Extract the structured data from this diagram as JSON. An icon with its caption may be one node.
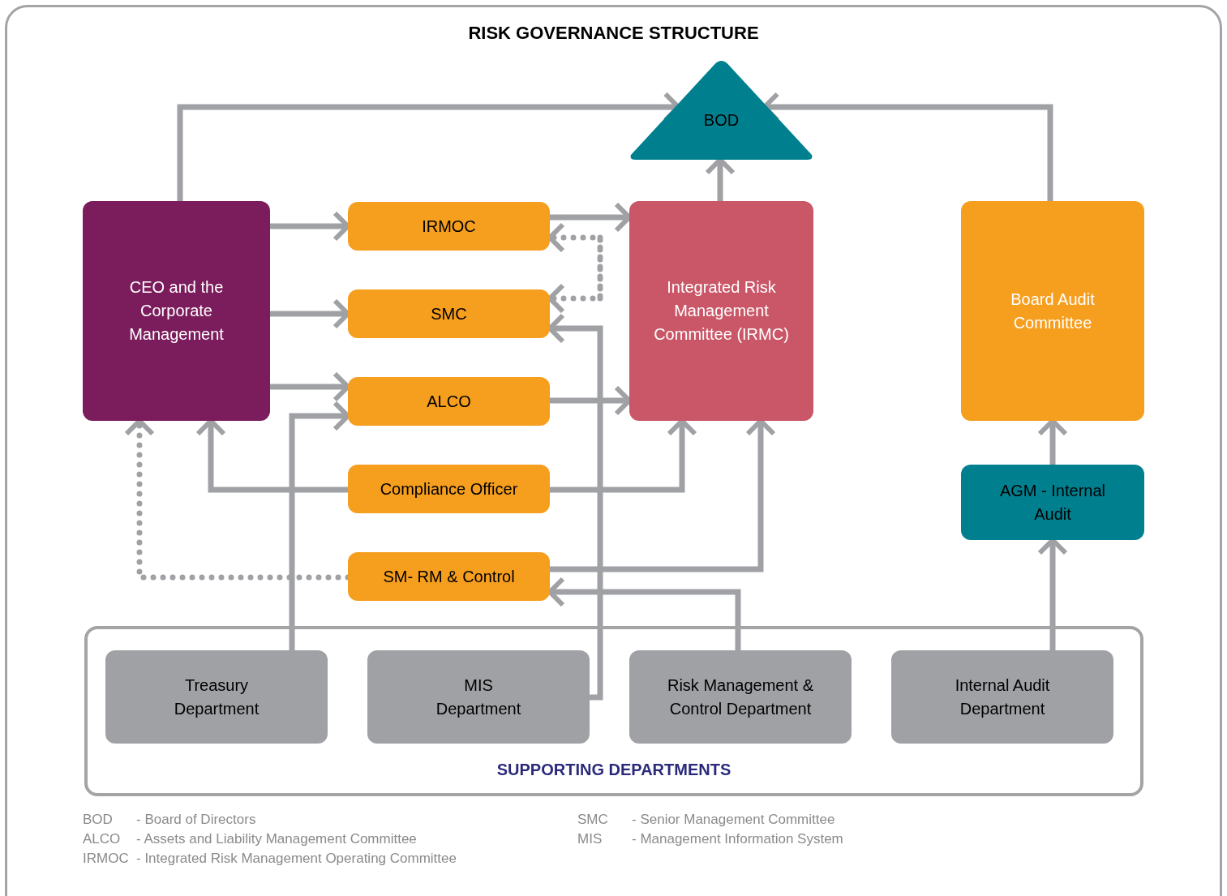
{
  "diagram": {
    "title": "RISK GOVERNANCE STRUCTURE",
    "nodes": [
      {
        "text": [
          "BOD"
        ]
      },
      {
        "text": [
          "CEO and the Corporate Management"
        ]
      },
      {
        "text": [
          "IRMOC"
        ]
      },
      {
        "text": [
          "SMC"
        ]
      },
      {
        "text": [
          "ALCO"
        ]
      },
      {
        "text": [
          "Compliance Officer"
        ]
      },
      {
        "text": [
          "SM- RM & Control"
        ]
      },
      {
        "text": [
          "Integrated Risk Management Committee (IRMC)"
        ]
      },
      {
        "text": [
          "Board Audit Committee"
        ]
      },
      {
        "text": [
          "AGM - Internal Audit"
        ]
      },
      {
        "text": [
          "SUPPORTING DEPARTMENTS"
        ]
      },
      {
        "text": [
          "Treasury Department"
        ],
        "in": 10
      },
      {
        "text": [
          "MIS Department"
        ],
        "in": 10
      },
      {
        "text": [
          "Risk Management & Control Department"
        ],
        "in": 10
      },
      {
        "text": [
          "Internal Audit Department"
        ],
        "in": 10
      }
    ],
    "edges": [
      {
        "from": 1,
        "to": 0,
        "arrow": "to"
      },
      {
        "from": 8,
        "to": 0,
        "arrow": "to"
      },
      {
        "from": 7,
        "to": 0,
        "arrow": "to"
      },
      {
        "from": 1,
        "to": 2,
        "arrow": "to"
      },
      {
        "from": 1,
        "to": 3,
        "arrow": "to"
      },
      {
        "from": 1,
        "to": 4,
        "arrow": "to"
      },
      {
        "from": 2,
        "to": 7,
        "arrow": "to"
      },
      {
        "from": 4,
        "to": 7,
        "arrow": "to"
      },
      {
        "from": null,
        "to": 2,
        "arrow": "to",
        "style": "dashed"
      },
      {
        "from": null,
        "to": 3,
        "arrow": "to",
        "style": "dashed"
      },
      {
        "from": 12,
        "to": 3,
        "arrow": "to"
      },
      {
        "from": 11,
        "to": 4,
        "arrow": "to"
      },
      {
        "from": 5,
        "to": 1,
        "arrow": "to"
      },
      {
        "from": 5,
        "to": 7,
        "arrow": "to"
      },
      {
        "from": 6,
        "to": 7,
        "arrow": "to"
      },
      {
        "from": 6,
        "to": 1,
        "arrow": "to",
        "style": "dashed"
      },
      {
        "from": 13,
        "to": 6,
        "arrow": "to"
      },
      {
        "from": 9,
        "to": 8,
        "arrow": "to"
      },
      {
        "from": 14,
        "to": 9,
        "arrow": "to"
      }
    ],
    "labels": [
      "BOD",
      "- Board of Directors",
      "SMC",
      "- Senior Management Committee",
      "ALCO",
      "- Assets and Liability Management Committee",
      "MIS",
      "- Management Information System",
      "IRMOC",
      "- Integrated Risk Management Operating Committee"
    ]
  }
}
